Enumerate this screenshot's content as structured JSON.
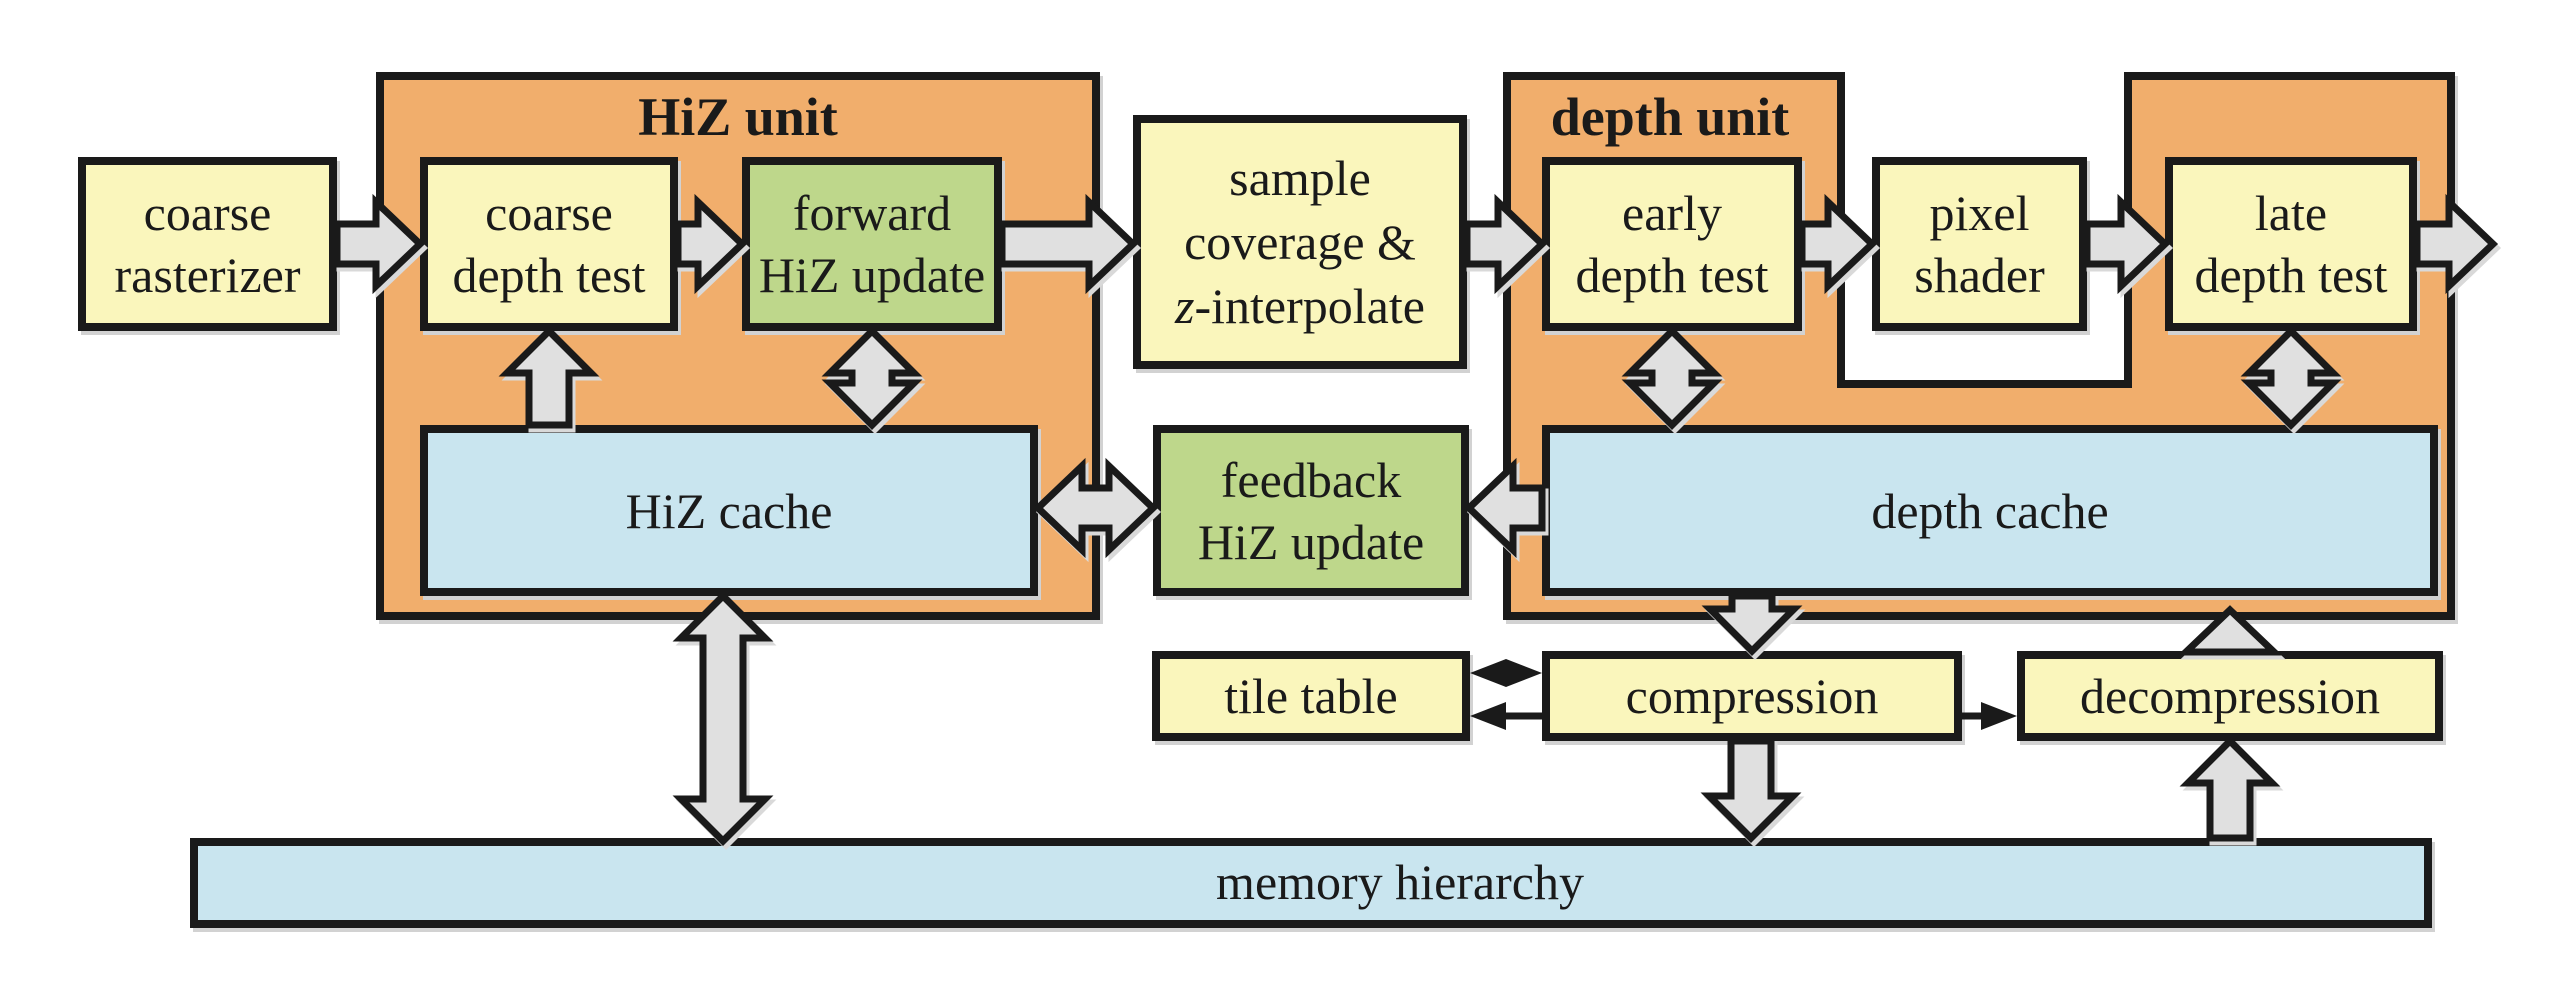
{
  "colors": {
    "background": "#FFFFFF",
    "container_orange": "#F1AE6C",
    "box_yellow": "#FAF6BC",
    "box_green": "#BED78B",
    "cache_blue": "#C9E5EF",
    "arrow_gray": "#E0E0E0",
    "outline_black": "#1A1A1A"
  },
  "units": {
    "hiz": "HiZ unit",
    "depth": "depth unit"
  },
  "boxes": {
    "coarse_rasterizer": [
      "coarse",
      "rasterizer"
    ],
    "coarse_depth_test": [
      "coarse",
      "depth test"
    ],
    "forward_hiz_update": [
      "forward",
      "HiZ update"
    ],
    "sample_coverage": {
      "line1": "sample",
      "line2": "coverage &",
      "z": "z",
      "rest": "-interpolate"
    },
    "early_depth_test": [
      "early",
      "depth test"
    ],
    "pixel_shader": [
      "pixel",
      "shader"
    ],
    "late_depth_test": [
      "late",
      "depth test"
    ],
    "hiz_cache": "HiZ cache",
    "feedback_hiz_update": [
      "feedback",
      "HiZ update"
    ],
    "depth_cache": "depth cache",
    "tile_table": "tile table",
    "compression": "compression",
    "decompression": "decompression",
    "memory_hierarchy": "memory hierarchy"
  }
}
